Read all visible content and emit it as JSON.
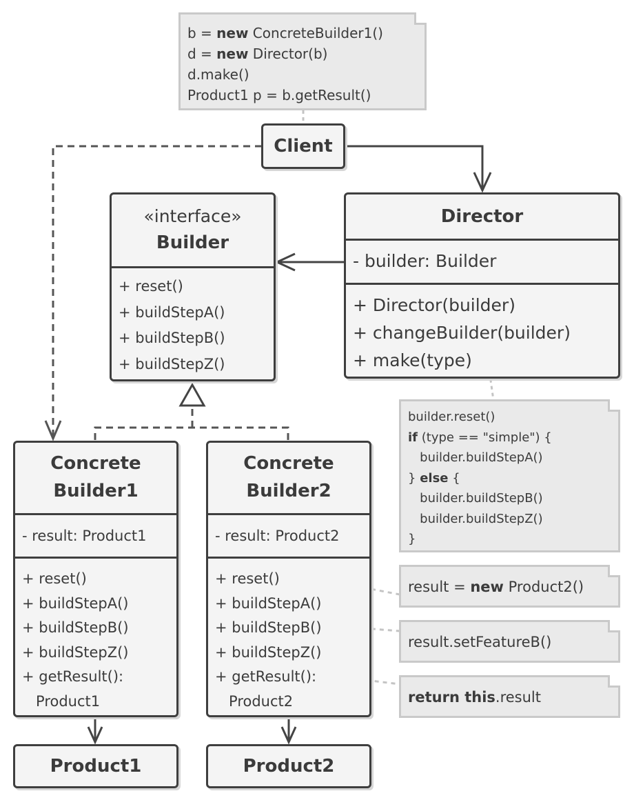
{
  "client_note": {
    "lines": [
      {
        "pre": "b = ",
        "kw": "new",
        "post": " ConcreteBuilder1()"
      },
      {
        "pre": "d = ",
        "kw": "new",
        "post": " Director(b)"
      },
      {
        "pre": "d.make()",
        "kw": "",
        "post": ""
      },
      {
        "pre": "Product1 p = b.getResult()",
        "kw": "",
        "post": ""
      }
    ]
  },
  "client": {
    "title": "Client"
  },
  "builder": {
    "stereotype": "«interface»",
    "title": "Builder",
    "methods": [
      "+ reset()",
      "+ buildStepA()",
      "+ buildStepB()",
      "+ buildStepZ()"
    ]
  },
  "director": {
    "title": "Director",
    "field": "- builder: Builder",
    "methods": [
      "+ Director(builder)",
      "+ changeBuilder(builder)",
      "+ make(type)"
    ]
  },
  "make_note": {
    "lines": [
      {
        "pre": "builder.reset()",
        "kw": "",
        "post": ""
      },
      {
        "pre": "",
        "kw": "if",
        "post": " (type == \"simple\") {"
      },
      {
        "pre": "   builder.buildStepA()",
        "kw": "",
        "post": ""
      },
      {
        "pre": "} ",
        "kw": "else",
        "post": " {"
      },
      {
        "pre": "   builder.buildStepB()",
        "kw": "",
        "post": ""
      },
      {
        "pre": "   builder.buildStepZ()",
        "kw": "",
        "post": ""
      },
      {
        "pre": "}",
        "kw": "",
        "post": ""
      }
    ]
  },
  "cb1": {
    "title1": "Concrete",
    "title2": "Builder1",
    "field": "- result: Product1",
    "methods": [
      "+ reset()",
      "+ buildStepA()",
      "+ buildStepB()",
      "+ buildStepZ()",
      "+ getResult():",
      "   Product1"
    ]
  },
  "cb2": {
    "title1": "Concrete",
    "title2": "Builder2",
    "field": "- result: Product2",
    "methods": [
      "+ reset()",
      "+ buildStepA()",
      "+ buildStepB()",
      "+ buildStepZ()",
      "+ getResult():",
      "   Product2"
    ]
  },
  "reset_note": {
    "pre": "result = ",
    "kw": "new",
    "post": " Product2()"
  },
  "stepb_note": {
    "text": "result.setFeatureB()"
  },
  "result_note": {
    "kw": "return this",
    "post": ".result"
  },
  "product1": {
    "title": "Product1"
  },
  "product2": {
    "title": "Product2"
  }
}
